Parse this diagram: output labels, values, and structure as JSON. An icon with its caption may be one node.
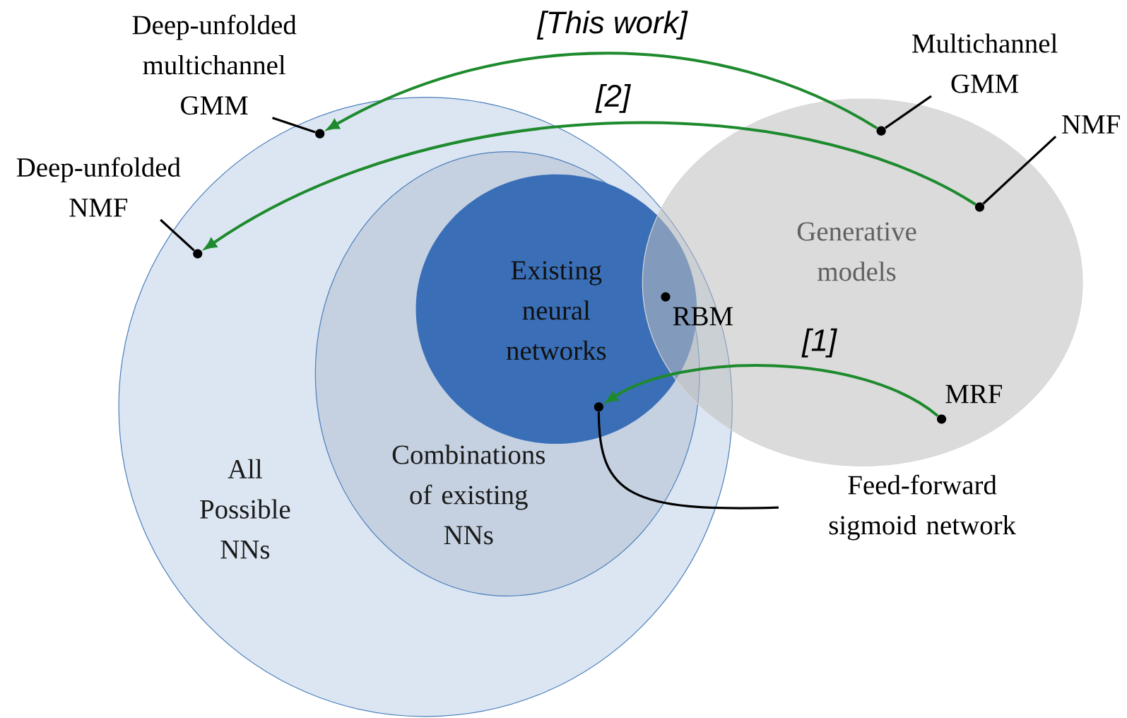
{
  "diagram": {
    "nodes": [
      {
        "text": [
          "All Possible NNs"
        ]
      },
      {
        "text": [
          "Combinations of existing NNs"
        ],
        "in": 0
      },
      {
        "text": [
          "Existing neural networks"
        ],
        "in": 1
      },
      {
        "text": [
          "Generative models"
        ]
      },
      {
        "text": [
          "Deep-unfolded multichannel GMM"
        ]
      },
      {
        "text": [],
        "shape": "circle",
        "in": 0
      },
      {
        "text": [
          "Multichannel GMM"
        ]
      },
      {
        "text": [],
        "shape": "circle",
        "in": 3
      },
      {
        "text": [
          "NMF"
        ]
      },
      {
        "text": [],
        "shape": "circle",
        "in": 3
      },
      {
        "text": [
          "Deep-unfolded NMF"
        ]
      },
      {
        "text": [],
        "shape": "circle",
        "in": 0
      },
      {
        "text": [],
        "shape": "circle",
        "beside": [
          "RBM"
        ]
      },
      {
        "text": [],
        "shape": "circle",
        "beside": [
          "MRF"
        ],
        "in": 3
      },
      {
        "text": [
          "Feed-forward sigmoid network"
        ]
      },
      {
        "text": [],
        "shape": "circle",
        "in": 2
      }
    ],
    "edges": [
      {
        "from": 4,
        "to": 5,
        "arrow": "none"
      },
      {
        "from": 6,
        "to": 7,
        "arrow": "none"
      },
      {
        "from": 8,
        "to": 9,
        "arrow": "none"
      },
      {
        "from": 10,
        "to": 11,
        "arrow": "none"
      },
      {
        "from": 14,
        "to": 15,
        "arrow": "none"
      },
      {
        "from": 7,
        "to": 5,
        "arrow": "to",
        "label": "[This work]",
        "color": "#1e8a2e"
      },
      {
        "from": 9,
        "to": 11,
        "arrow": "to",
        "label": "[2]",
        "color": "#1e8a2e"
      },
      {
        "from": 13,
        "to": 15,
        "arrow": "to",
        "label": "[1]",
        "color": "#1e8a2e"
      }
    ]
  }
}
